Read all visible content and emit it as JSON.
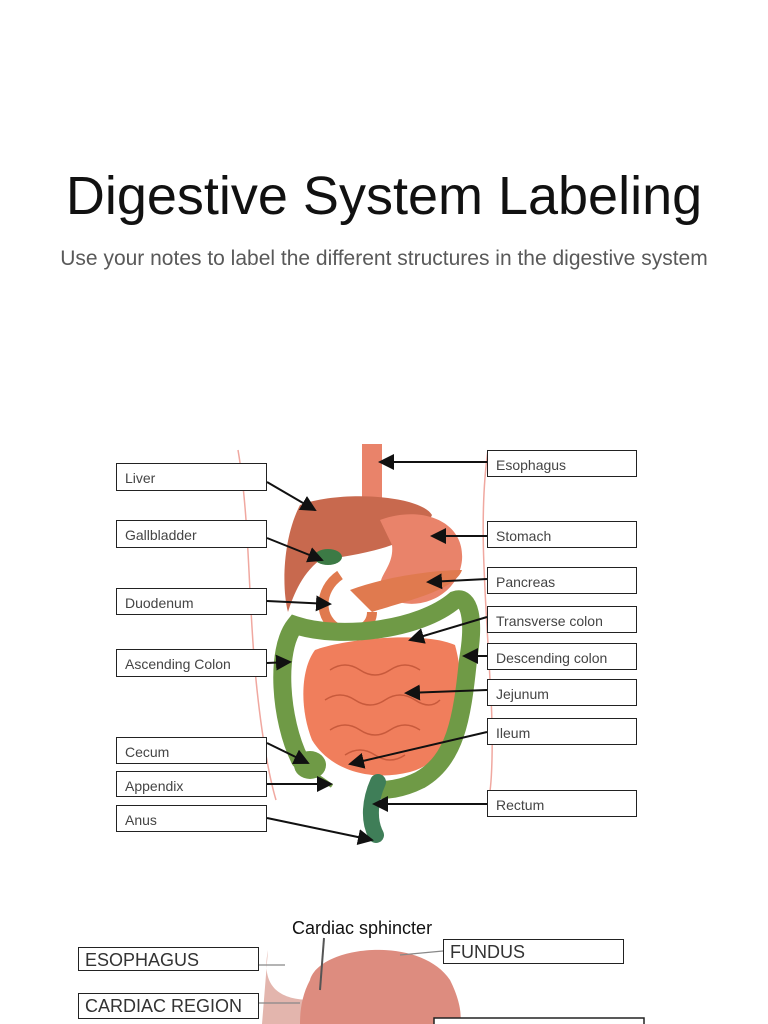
{
  "page": {
    "title": "Digestive System Labeling",
    "subtitle": "Use your notes to label the different structures in the digestive system"
  },
  "diagram1": {
    "left_labels": [
      "Liver",
      "Gallbladder",
      "Duodenum",
      "Ascending Colon",
      "Cecum",
      "Appendix",
      "Anus"
    ],
    "right_labels": [
      "Esophagus",
      "Stomach",
      "Pancreas",
      "Transverse colon",
      "Descending colon",
      "Jejunum",
      "Ileum",
      "Rectum"
    ]
  },
  "diagram2": {
    "cardiac_sphincter": "Cardiac sphincter",
    "esophagus": "ESOPHAGUS",
    "cardiac_region": "CARDIAC REGION",
    "fundus": "FUNDUS"
  },
  "colors": {
    "liver": "#c8694e",
    "stomach": "#e9836a",
    "small_intestine": "#f07e5c",
    "colon": "#6f9a46",
    "rectum": "#3f7e58"
  }
}
